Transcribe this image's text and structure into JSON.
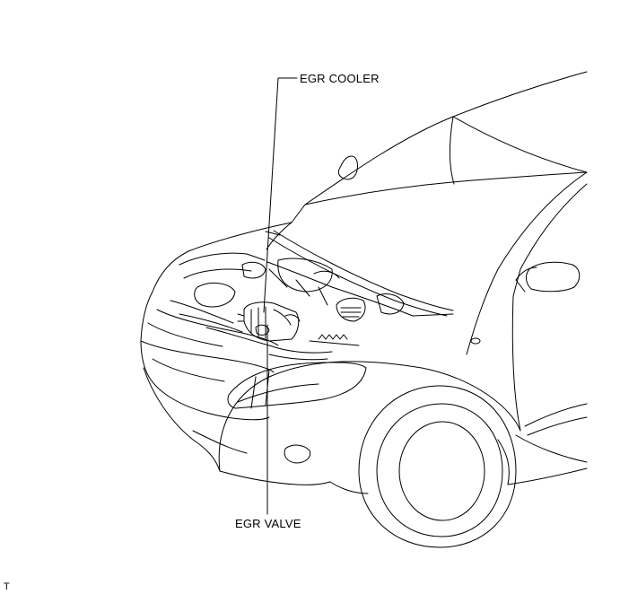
{
  "labels": {
    "egr_cooler": "EGR COOLER",
    "egr_valve": "EGR VALVE"
  },
  "corner_mark": "T",
  "colors": {
    "line": "#000000",
    "background": "#ffffff"
  }
}
